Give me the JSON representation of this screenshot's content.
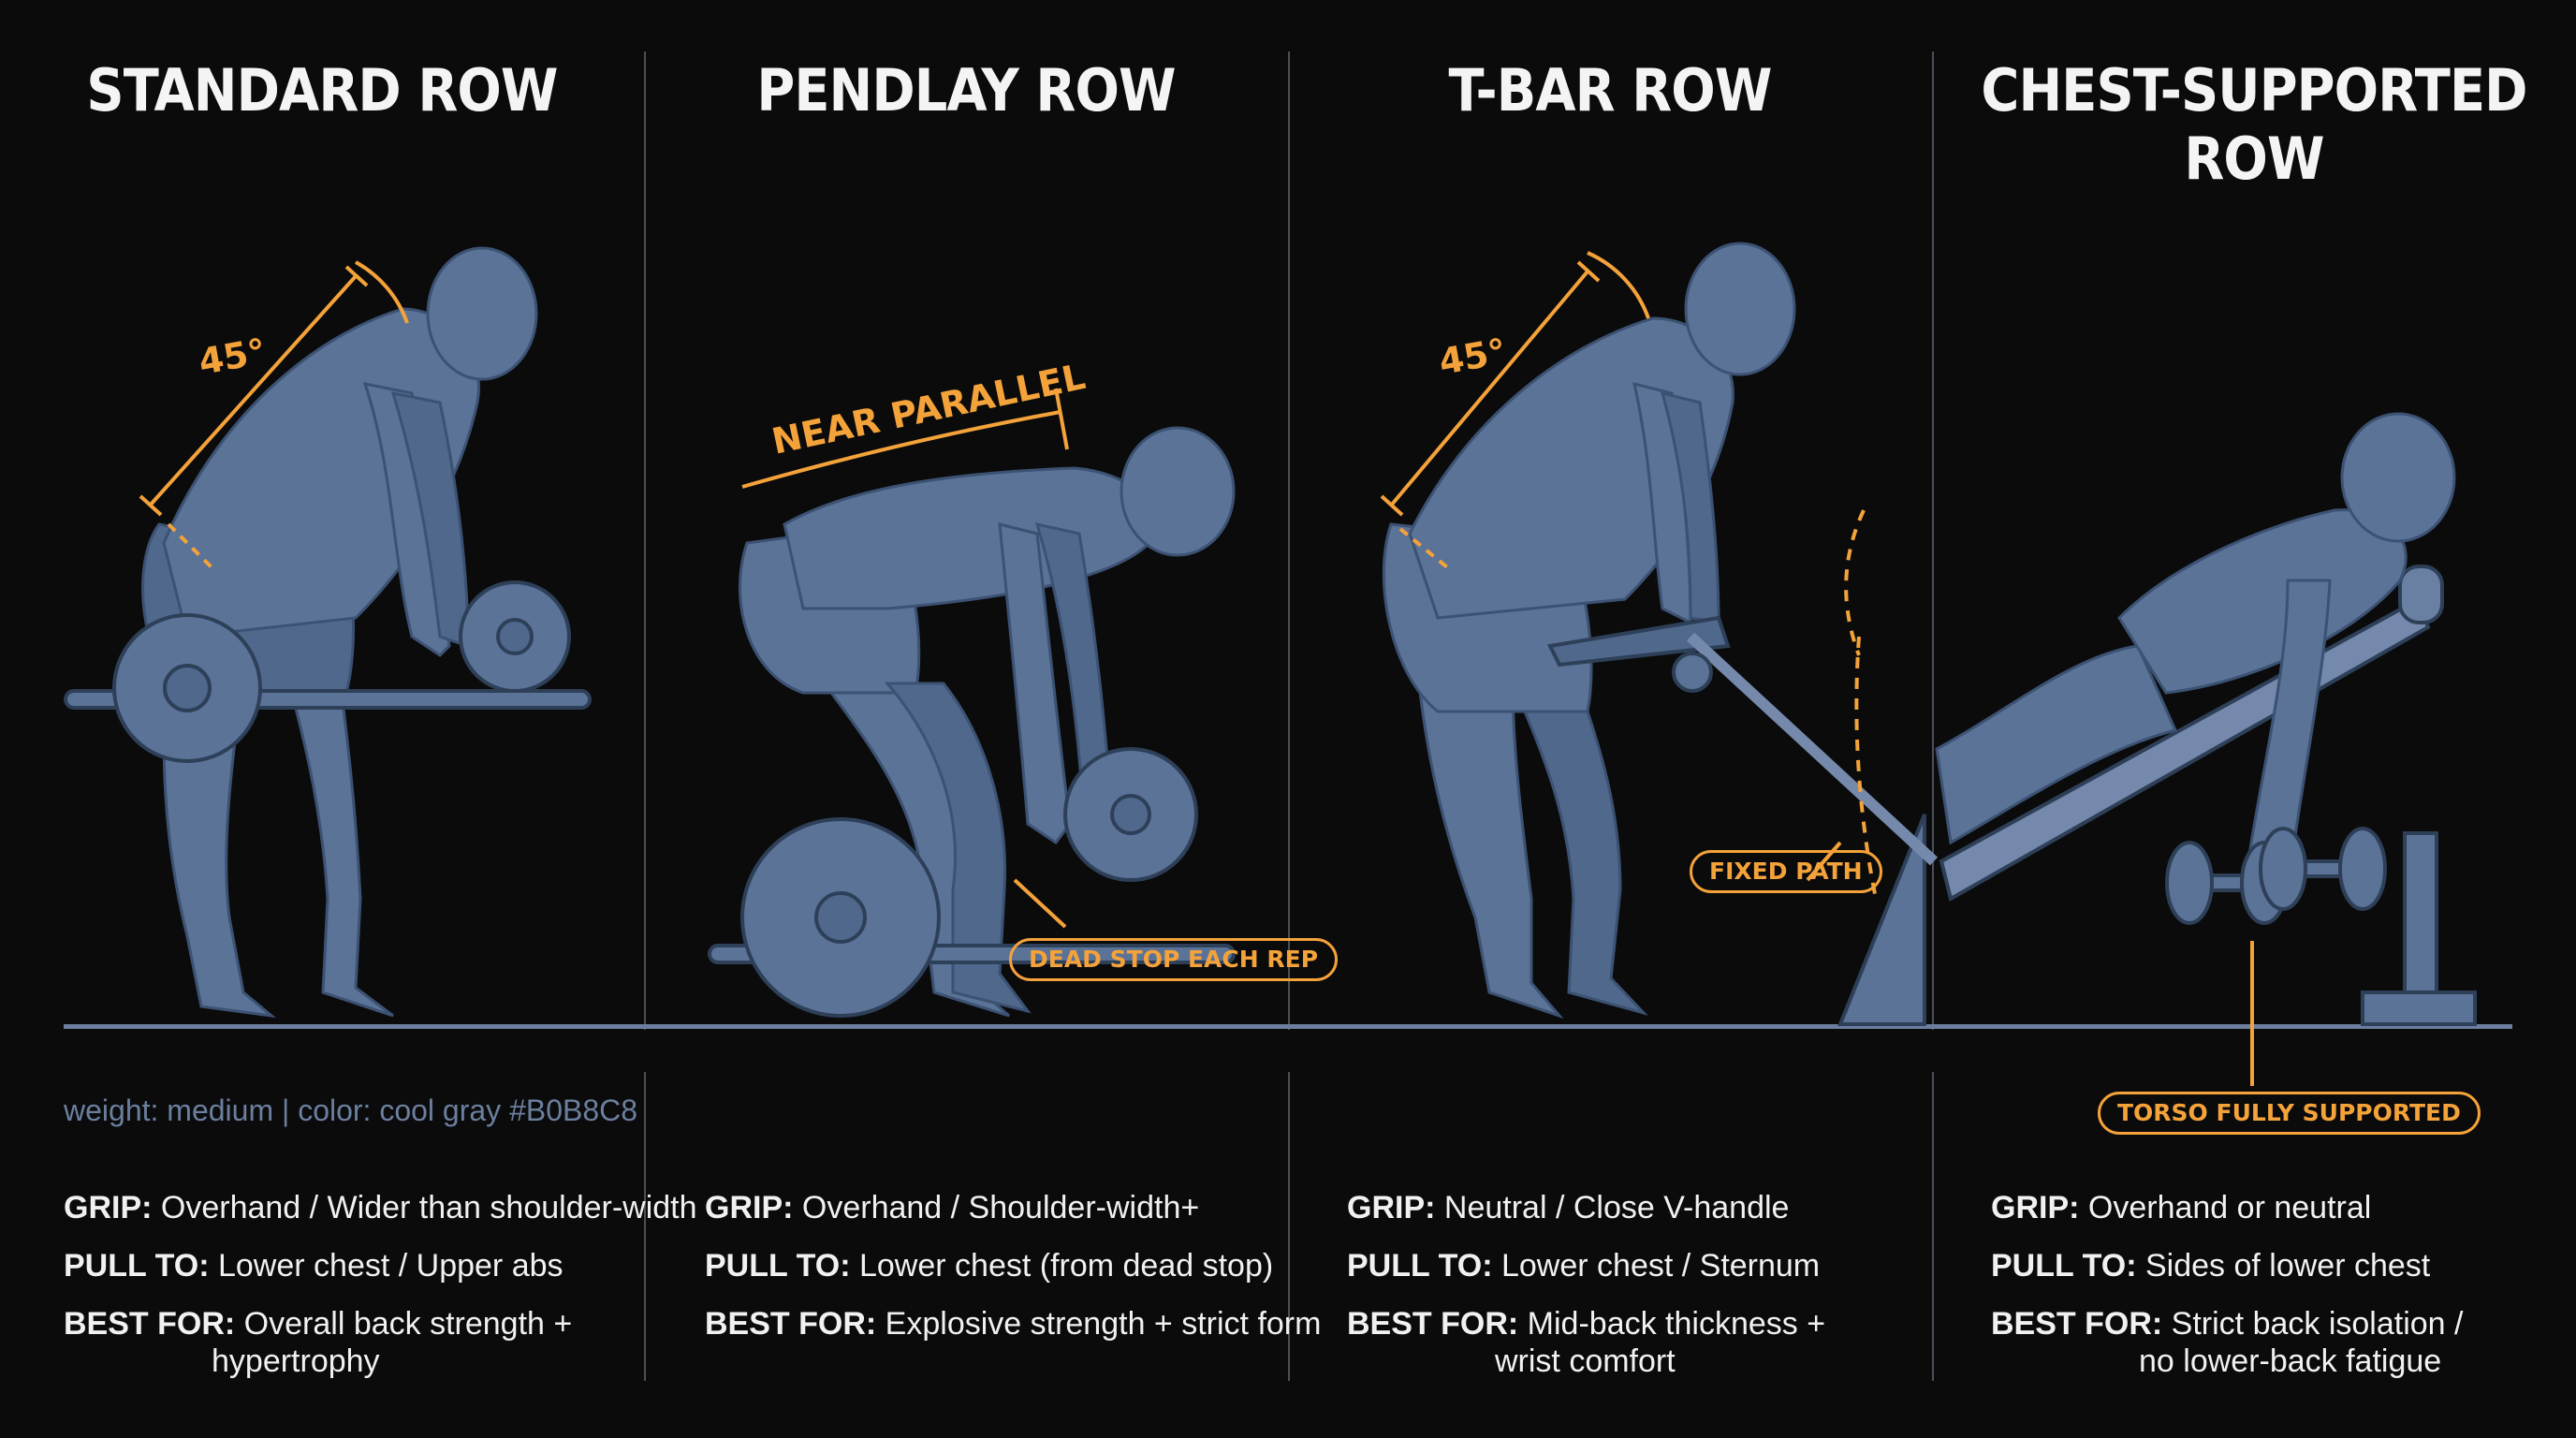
{
  "panels": [
    {
      "title": "STANDARD ROW",
      "angle_label": "45°",
      "grip_label": "GRIP:",
      "grip": "Overhand / Wider than shoulder-width",
      "pull_label": "PULL TO:",
      "pull": "Lower chest / Upper abs",
      "best_label": "BEST FOR:",
      "best_line1": "Overall back strength +",
      "best_line2": "hypertrophy"
    },
    {
      "title": "PENDLAY ROW",
      "angle_label": "NEAR PARALLEL",
      "callout": "DEAD STOP EACH REP",
      "grip_label": "GRIP:",
      "grip": "Overhand / Shoulder-width+",
      "pull_label": "PULL TO:",
      "pull": "Lower chest (from dead stop)",
      "best_label": "BEST FOR:",
      "best_line1": "Explosive strength + strict form",
      "best_line2": ""
    },
    {
      "title": "T-BAR ROW",
      "angle_label": "45°",
      "callout": "FIXED PATH",
      "grip_label": "GRIP:",
      "grip": "Neutral / Close V-handle",
      "pull_label": "PULL TO:",
      "pull": "Lower chest / Sternum",
      "best_label": "BEST FOR:",
      "best_line1": "Mid-back thickness +",
      "best_line2": "wrist comfort"
    },
    {
      "title": "CHEST-SUPPORTED ROW",
      "callout": "TORSO FULLY SUPPORTED",
      "grip_label": "GRIP:",
      "grip": "Overhand or neutral",
      "pull_label": "PULL TO:",
      "pull": "Sides of lower chest",
      "best_label": "BEST FOR:",
      "best_line1": "Strict back isolation /",
      "best_line2": "no lower-back fatigue"
    }
  ],
  "meta_note": "weight: medium | color: cool gray #B0B8C8",
  "colors": {
    "background": "#0b0b0c",
    "figure": "#5a7397",
    "figure_dark": "#3c5273",
    "accent": "#f4a23a",
    "floor": "#6d7f9f",
    "divider": "#4a4f57"
  }
}
